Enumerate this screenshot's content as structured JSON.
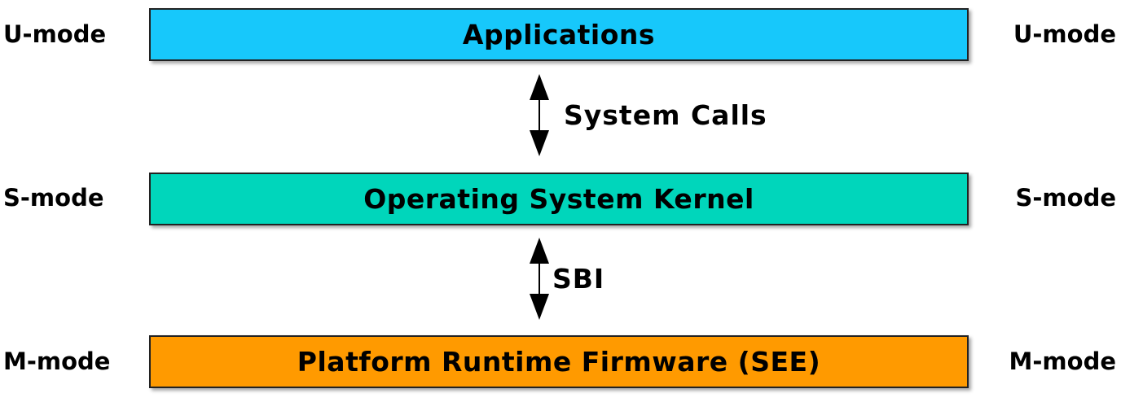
{
  "layers": {
    "applications": {
      "label": "Applications",
      "color": "#17c8fb"
    },
    "kernel": {
      "label": "Operating System Kernel",
      "color": "#00d6bb"
    },
    "firmware": {
      "label": "Platform Runtime Firmware (SEE)",
      "color": "#ff9a00"
    }
  },
  "modes": {
    "u": "U-mode",
    "s": "S-mode",
    "m": "M-mode"
  },
  "interfaces": {
    "syscalls": "System Calls",
    "sbi": "SBI"
  }
}
